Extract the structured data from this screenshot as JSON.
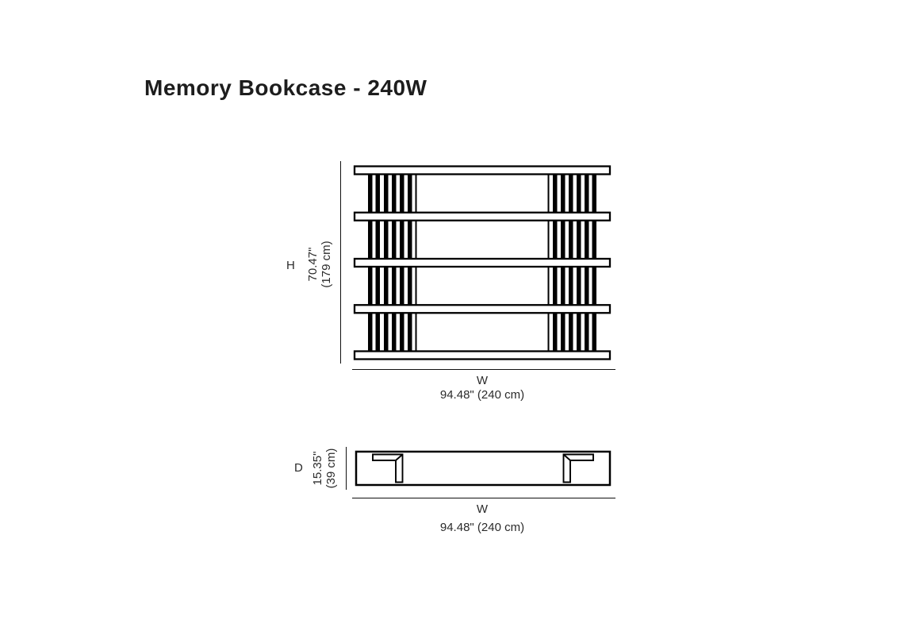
{
  "title": "Memory Bookcase - 240W",
  "front_view": {
    "height": {
      "label": "H",
      "inches": "70.47\"",
      "metric": "(179 cm)"
    },
    "width": {
      "label": "W",
      "inches": "94.48\"",
      "metric": "(240 cm)"
    }
  },
  "plan_view": {
    "depth": {
      "label": "D",
      "inches": "15.35\"",
      "metric": "(39 cm)"
    },
    "width": {
      "label": "W",
      "inches": "94.48\"",
      "metric": "(240 cm)"
    }
  },
  "colors": {
    "line": "#000000",
    "text": "#2b2b2b",
    "background": "#ffffff"
  }
}
